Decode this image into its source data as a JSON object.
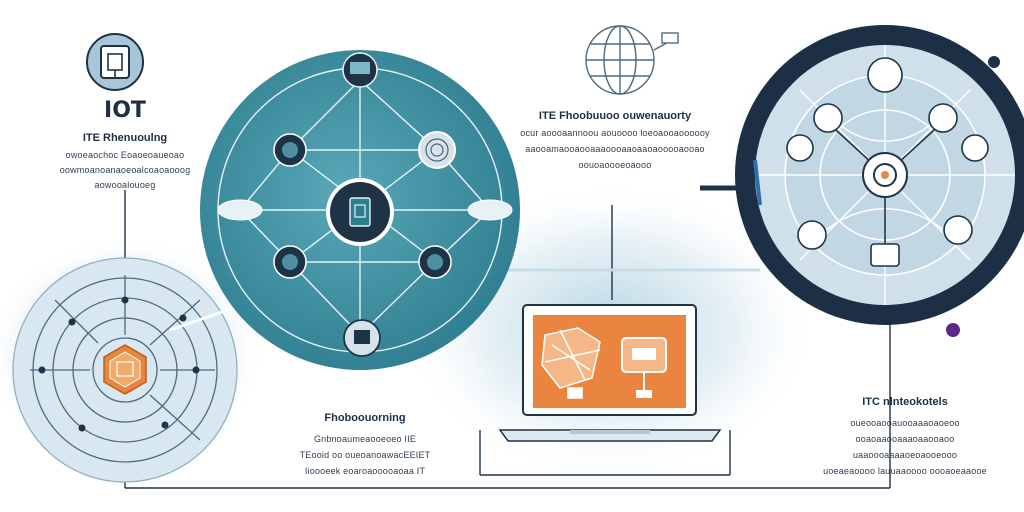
{
  "left_block": {
    "title": "IOT",
    "subtitle": "ITE Rhenuoulng",
    "lines": [
      "owoeaochoc Eoaoeoaueoao",
      "oowmoanoanaoeoalcoaoaooog",
      "aowooalouoeg"
    ]
  },
  "top_center_block": {
    "title": "ITE Fhoobuuoo ouwenauorty",
    "lines": [
      "ocur aoooaannoou aouoooo loeoaooaoooooy",
      "aaooamaooaooaaaoooaaoaaoaooooaooao",
      "oouoaoooeoaooo"
    ]
  },
  "bottom_center_block": {
    "title": "Fhoboouorning",
    "lines": [
      "Gnbnoaumeaooeoeo IIE",
      "TEooid oo oueoanoawacEEIET",
      "Iioooeek eoaroaooooaoaa IT"
    ]
  },
  "right_block": {
    "title": "ITC nlnteokotels",
    "lines": [
      "oueooaooauooaaaoaoeoo",
      "ooaoaaooaaaoaaooaoo",
      "uaaoooaaaaoeoaooeooo",
      "uoeaeaoooo lauuaaoooo oooaoeaaooe"
    ]
  },
  "colors": {
    "navy": "#1c2f44",
    "teal_disc": "#3c8ea0",
    "light_blue": "#c9dde8",
    "orange": "#e9853f",
    "purple": "#5b2a86",
    "line": "#1f3347"
  },
  "icons": [
    "padlock-icon",
    "globe-icon",
    "network-hub-icon",
    "laptop-icon",
    "map-icon",
    "gauge-icon",
    "hexagon-chip-icon",
    "sensor-icon",
    "router-icon",
    "fingerprint-icon"
  ]
}
